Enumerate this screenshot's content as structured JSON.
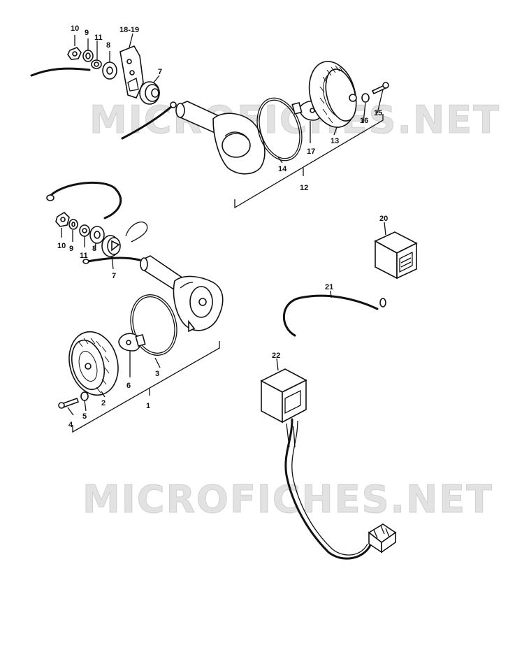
{
  "watermarks": [
    "MICROFICHES.NET",
    "MICROFICHES.NET"
  ],
  "callouts": {
    "top_10": "10",
    "top_9": "9",
    "top_11": "11",
    "top_8": "8",
    "top_18_19": "18-19",
    "top_7": "7",
    "top_17": "17",
    "top_13": "13",
    "top_16": "16",
    "top_15": "15",
    "top_14": "14",
    "top_12": "12",
    "mid_10": "10",
    "mid_9": "9",
    "mid_11": "11",
    "mid_8": "8",
    "mid_7": "7",
    "left_6": "6",
    "left_3": "3",
    "left_2": "2",
    "left_1": "1",
    "left_4": "4",
    "left_5": "5",
    "right_20": "20",
    "right_21": "21",
    "right_22": "22"
  },
  "colors": {
    "ink": "#111111",
    "watermark": "#e2e2e2",
    "background": "#ffffff"
  }
}
